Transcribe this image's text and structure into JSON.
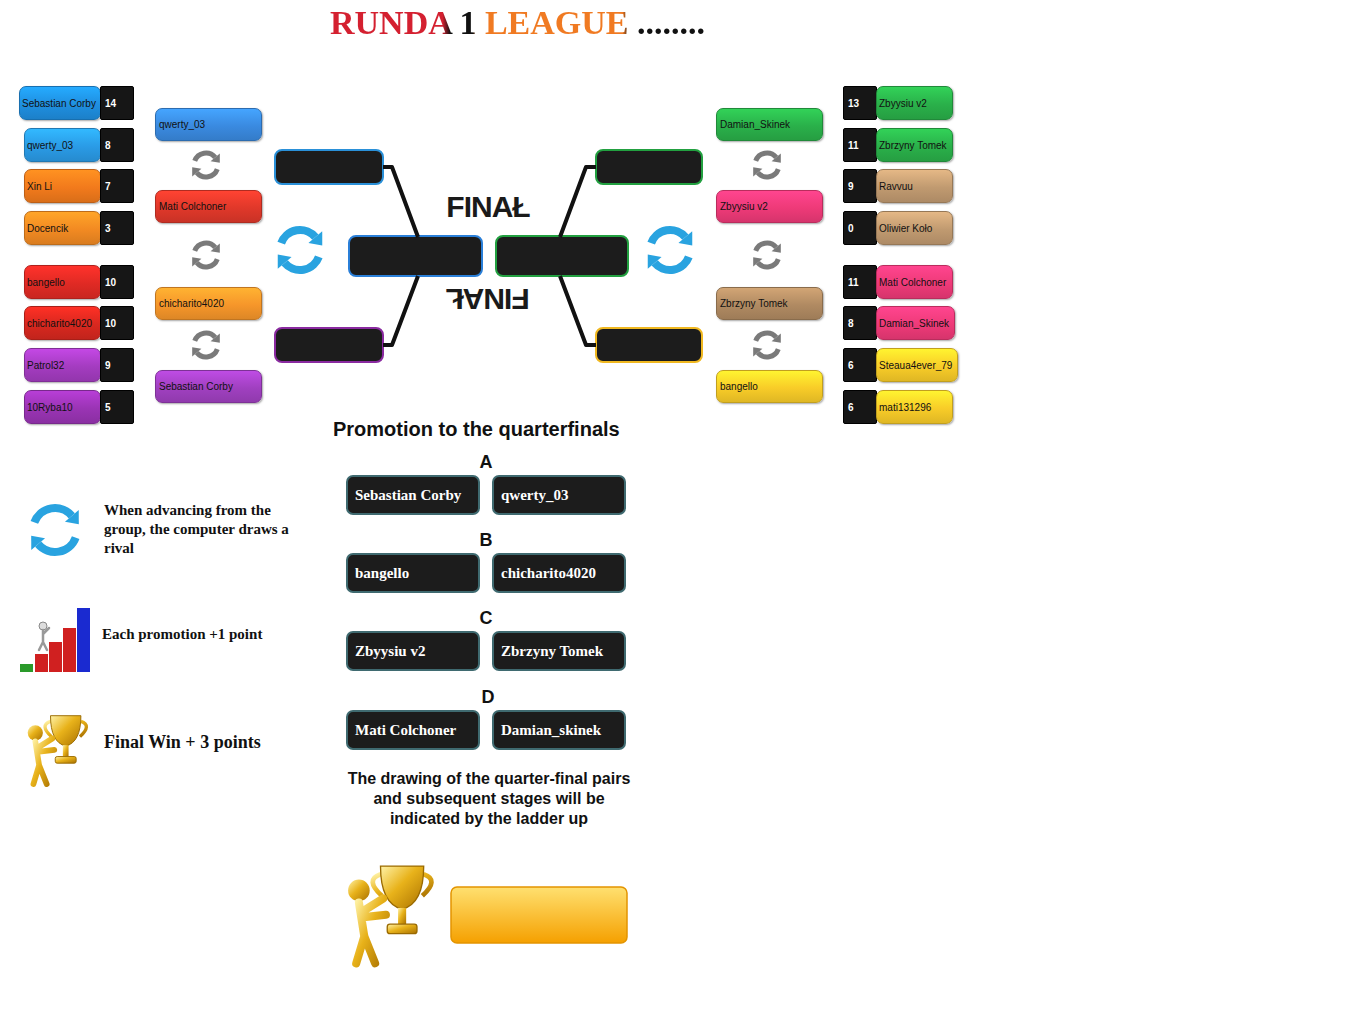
{
  "diagram": {
    "title": "RUNDA 1 LEAGUE ........",
    "nodes": [
      {
        "text": [
          "Sebastian Corby"
        ]
      },
      {
        "text": [
          "14"
        ]
      },
      {
        "text": [
          "qwerty_03"
        ]
      },
      {
        "text": [
          "8"
        ]
      },
      {
        "text": [
          "Xin Li"
        ]
      },
      {
        "text": [
          "7"
        ]
      },
      {
        "text": [
          "Docencik"
        ]
      },
      {
        "text": [
          "3"
        ]
      },
      {
        "text": [
          "bangello"
        ]
      },
      {
        "text": [
          "10"
        ]
      },
      {
        "text": [
          "chicharito4020"
        ]
      },
      {
        "text": [
          "10"
        ]
      },
      {
        "text": [
          "Patrol32"
        ]
      },
      {
        "text": [
          "9"
        ]
      },
      {
        "text": [
          "10Ryba10"
        ]
      },
      {
        "text": [
          "5"
        ]
      },
      {
        "text": [
          "qwerty_03"
        ]
      },
      {
        "text": [
          "Mati Colchoner"
        ]
      },
      {
        "text": [
          "chicharito4020"
        ]
      },
      {
        "text": [
          "Sebastian Corby"
        ]
      },
      {
        "text": [
          "Damian_Skinek"
        ]
      },
      {
        "text": [
          "Zbyysiu v2"
        ]
      },
      {
        "text": [
          "Zbrzyny Tomek"
        ]
      },
      {
        "text": [
          "bangello"
        ]
      },
      {
        "text": [
          "13"
        ]
      },
      {
        "text": [
          "Zbyysiu v2"
        ]
      },
      {
        "text": [
          "11"
        ]
      },
      {
        "text": [
          "Zbrzyny Tomek"
        ]
      },
      {
        "text": [
          "9"
        ]
      },
      {
        "text": [
          "Ravvuu"
        ]
      },
      {
        "text": [
          "0"
        ]
      },
      {
        "text": [
          "Oliwier Koło"
        ]
      },
      {
        "text": [
          "11"
        ]
      },
      {
        "text": [
          "Mati Colchoner"
        ]
      },
      {
        "text": [
          "8"
        ]
      },
      {
        "text": [
          "Damian_Skinek"
        ]
      },
      {
        "text": [
          "6"
        ]
      },
      {
        "text": [
          "Steaua4ever_79"
        ]
      },
      {
        "text": [
          "6"
        ]
      },
      {
        "text": [
          "mati131296"
        ]
      },
      {
        "text": [
          "Sebastian Corby"
        ]
      },
      {
        "text": [
          "qwerty_03"
        ]
      },
      {
        "text": [
          "bangello"
        ]
      },
      {
        "text": [
          "chicharito4020"
        ]
      },
      {
        "text": [
          "Zbyysiu v2"
        ]
      },
      {
        "text": [
          "Zbrzyny Tomek"
        ]
      },
      {
        "text": [
          "Mati Colchoner"
        ]
      },
      {
        "text": [
          "Damian_skinek"
        ]
      }
    ],
    "labels": [
      "FINAŁ",
      "FINAŁ",
      "Promotion to the quarterfinals",
      "A",
      "B",
      "C",
      "D",
      "The drawing of the quarter-final pairs and subsequent stages will be indicated by the ladder up"
    ],
    "legend": [
      {
        "text": "When advancing from the group, the computer draws a rival"
      },
      {
        "text": "Each promotion +1 point"
      },
      {
        "text": "Final Win + 3 points"
      }
    ]
  }
}
